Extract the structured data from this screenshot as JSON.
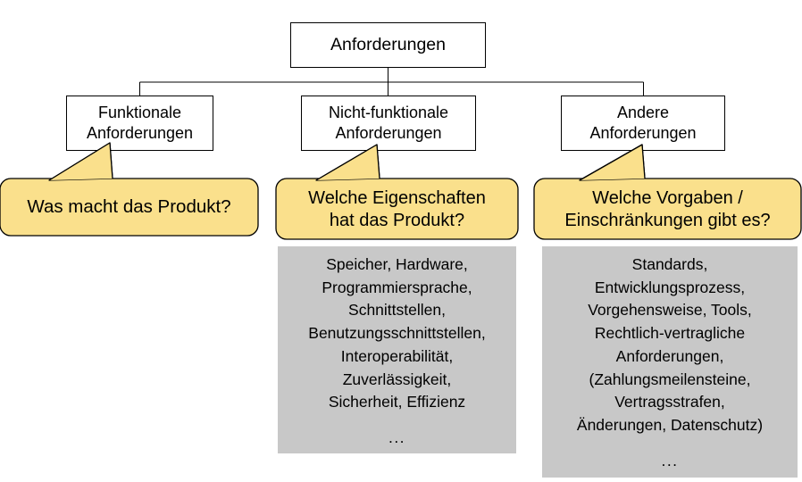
{
  "diagram": {
    "title": "Anforderungen",
    "type": "requirements-breakdown-tree",
    "root": {
      "label": "Anforderungen"
    },
    "branches": [
      {
        "id": "funktionale",
        "line1": "Funktionale",
        "line2": "Anforderungen",
        "callout": {
          "line1": "Was macht das Produkt?",
          "line2": ""
        },
        "details": null
      },
      {
        "id": "nicht-funktionale",
        "line1": "Nicht-funktionale",
        "line2": "Anforderungen",
        "callout": {
          "line1": "Welche Eigenschaften",
          "line2": "hat das Produkt?"
        },
        "details": {
          "lines": [
            "Speicher, Hardware,",
            "Programmiersprache,",
            "Schnittstellen,",
            "Benutzungsschnittstellen,",
            "Interoperabilität,",
            "Zuverlässigkeit,",
            "Sicherheit, Effizienz"
          ],
          "ellipsis": "..."
        }
      },
      {
        "id": "andere",
        "line1": "Andere",
        "line2": "Anforderungen",
        "callout": {
          "line1": "Welche Vorgaben /",
          "line2": "Einschränkungen gibt es?"
        },
        "details": {
          "lines": [
            "Standards,",
            "Entwicklungsprozess,",
            "Vorgehensweise, Tools,",
            "Rechtlich-vertragliche",
            "Anforderungen,",
            "(Zahlungsmeilensteine,",
            "Vertragsstrafen,",
            "Änderungen, Datenschutz)"
          ],
          "ellipsis": "..."
        }
      }
    ],
    "colors": {
      "callout_fill": "#FAE08C",
      "callout_stroke": "#000000",
      "box_fill": "#FFFFFF",
      "box_stroke": "#000000",
      "panel_fill": "#C8C8C8",
      "text": "#000000",
      "background": "#FFFFFF"
    }
  }
}
